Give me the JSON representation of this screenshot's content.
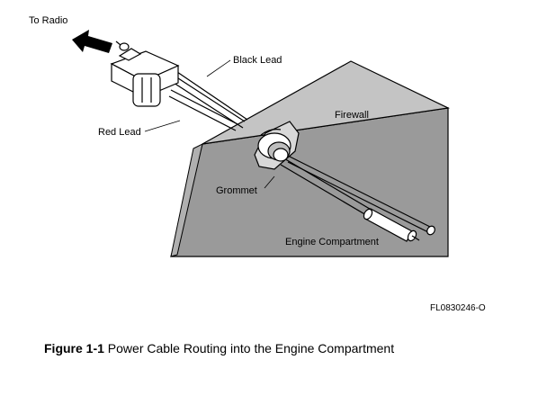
{
  "diagram": {
    "labels": {
      "to_radio": "To Radio",
      "black_lead": "Black Lead",
      "red_lead": "Red Lead",
      "firewall": "Firewall",
      "grommet": "Grommet",
      "engine_compartment": "Engine Compartment"
    },
    "figure_code": "FL0830246-O"
  },
  "caption": {
    "number": "Figure 1-1",
    "text": "Power Cable Routing into the Engine Compartment"
  },
  "colors": {
    "line": "#000000",
    "firewall_fill": "#9a9a9a",
    "firewall_top": "#c4c4c4",
    "background": "#ffffff"
  }
}
